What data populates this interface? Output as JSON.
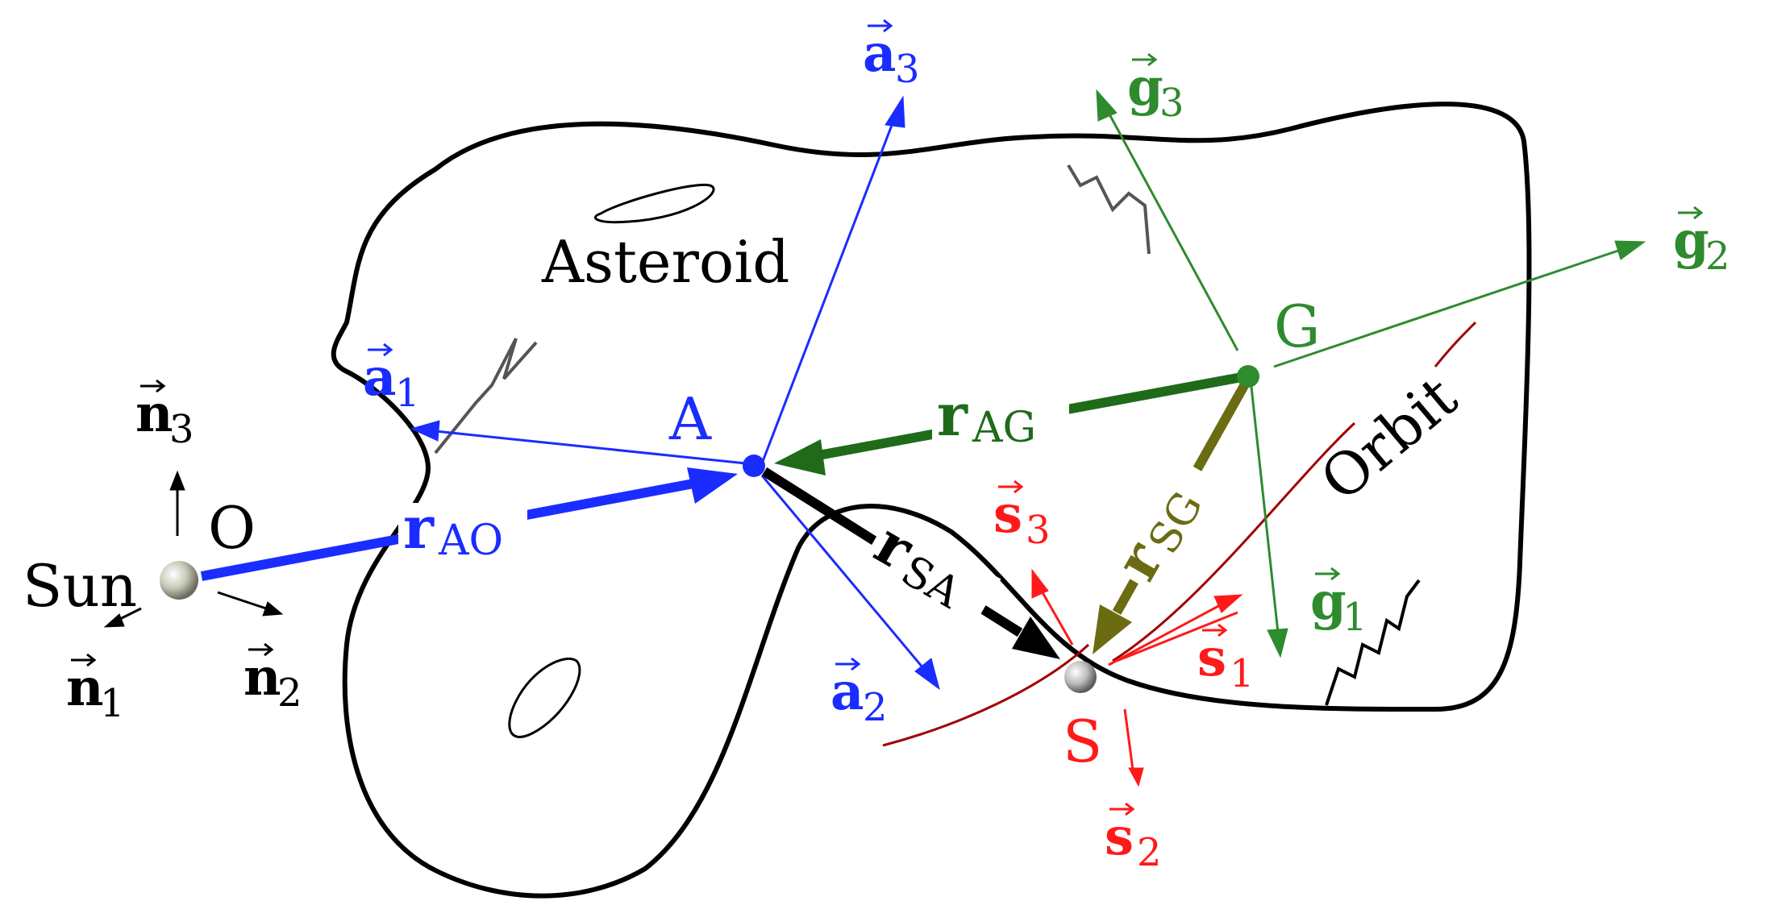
{
  "colors": {
    "black": "#000000",
    "blue": "#1a2cff",
    "green": "#2e8b2e",
    "dark_green": "#1f6b1a",
    "olive": "#6b6b12",
    "red": "#ff1a1a",
    "dark_red": "#a10000",
    "gray": "#555555"
  },
  "labels": {
    "sun": "Sun",
    "O": "O",
    "A": "A",
    "G": "G",
    "S": "S",
    "asteroid": "Asteroid",
    "orbit": "Orbit"
  },
  "frames": {
    "n": {
      "base": "n",
      "subs": [
        "1",
        "2",
        "3"
      ]
    },
    "a": {
      "base": "a",
      "subs": [
        "1",
        "2",
        "3"
      ]
    },
    "g": {
      "base": "g",
      "subs": [
        "1",
        "2",
        "3"
      ]
    },
    "s": {
      "base": "s",
      "subs": [
        "1",
        "2",
        "3"
      ]
    }
  },
  "position_vectors": {
    "r_AO": {
      "base": "r",
      "sub": "AO"
    },
    "r_AG": {
      "base": "r",
      "sub": "AG"
    },
    "r_SA": {
      "base": "r",
      "sub": "SA"
    },
    "r_SG": {
      "base": "r",
      "sub": "SG"
    }
  },
  "icons": {
    "sun": "sphere-icon",
    "spacecraft": "sphere-icon"
  }
}
